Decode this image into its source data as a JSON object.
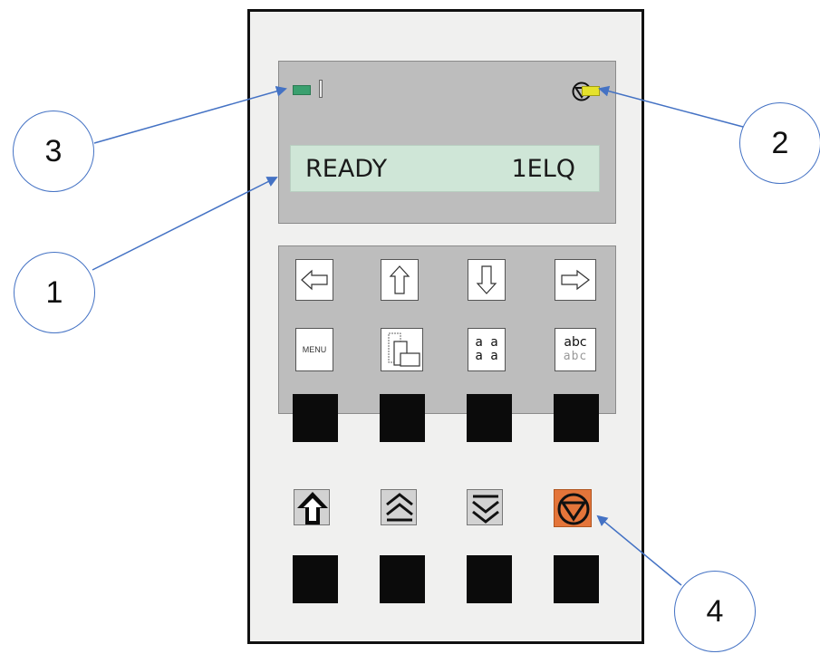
{
  "display": {
    "status_text": "READY",
    "code_text": "1ELQ"
  },
  "keys": {
    "menu_label": "MENU",
    "aa_row1": "a a",
    "aa_row2": "a a",
    "abc_top": "abc",
    "abc_bottom": "abc"
  },
  "callouts": [
    "1",
    "2",
    "3",
    "4"
  ],
  "colors": {
    "led_green": "#3aa06f",
    "led_yellow": "#e5e22b",
    "lcd_background": "#cfe6d7",
    "stop_key": "#e4753a",
    "callout_line": "#4472c4"
  }
}
